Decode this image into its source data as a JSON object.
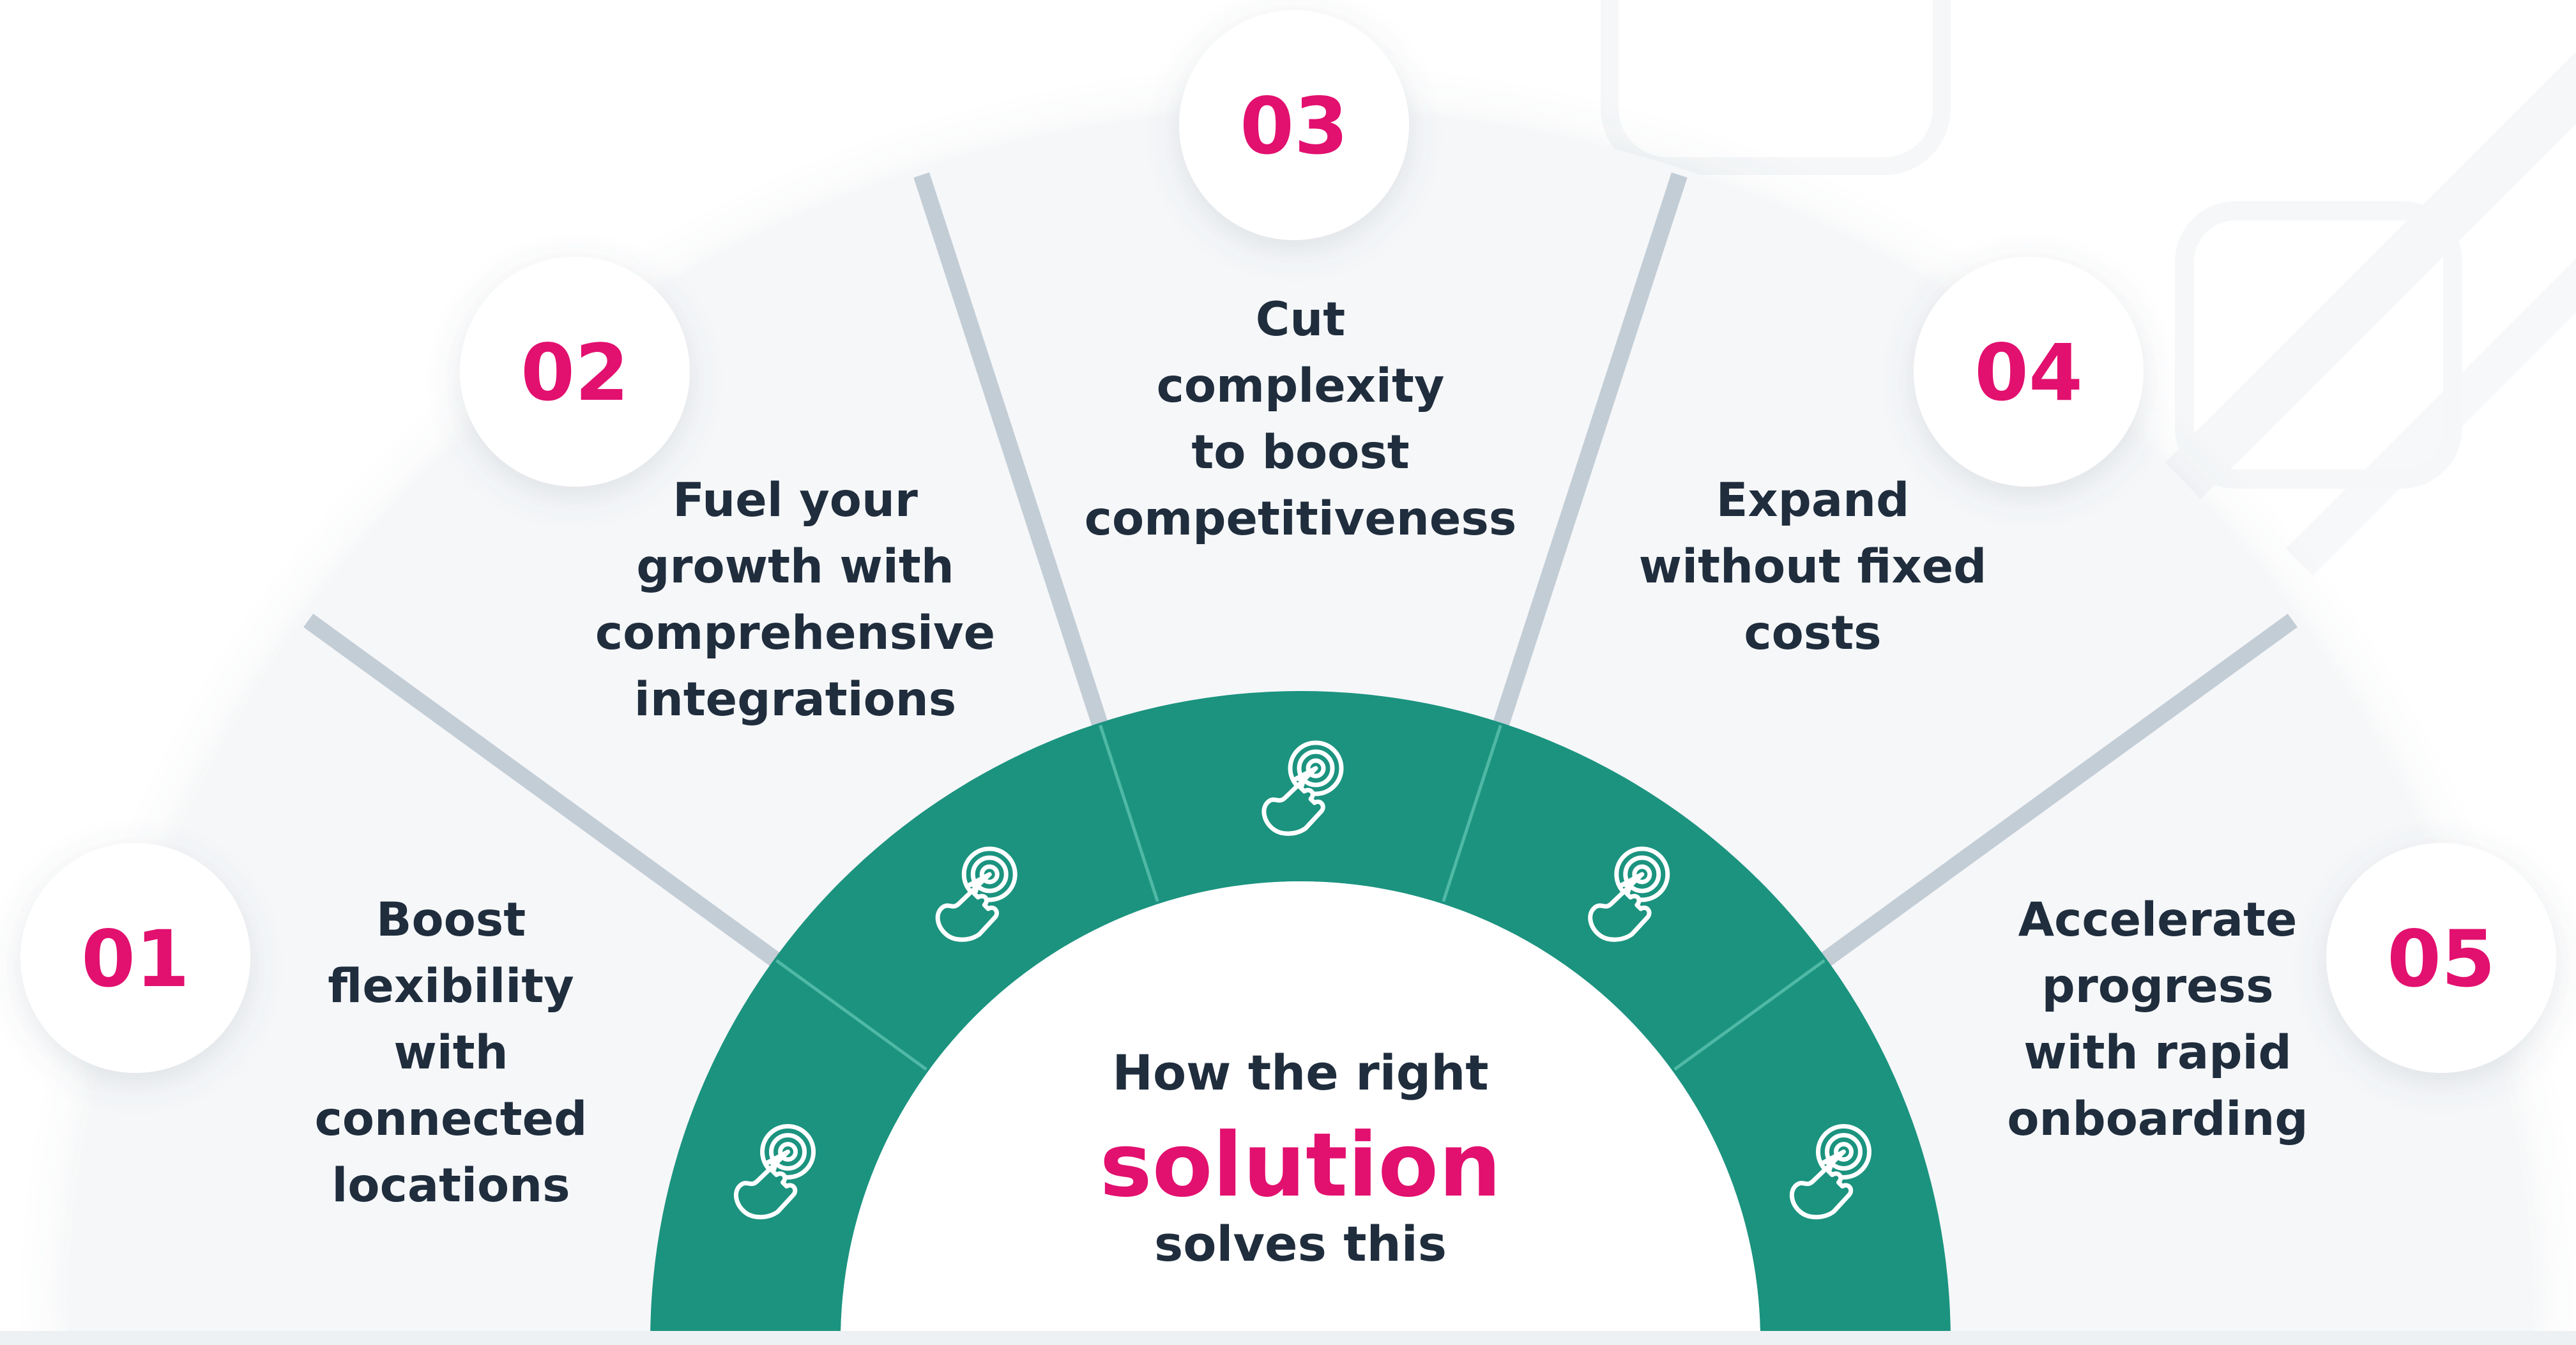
{
  "center": {
    "line1": "How the right",
    "highlight": "solution",
    "line3": "solves this"
  },
  "steps": [
    {
      "number": "01",
      "lines": [
        "Boost",
        "flexibility",
        "with",
        "connected",
        "locations"
      ],
      "icon": "hand-tap-icon"
    },
    {
      "number": "02",
      "lines": [
        "Fuel your",
        "growth with",
        "comprehensive",
        "integrations"
      ],
      "icon": "hand-tap-icon"
    },
    {
      "number": "03",
      "lines": [
        "Cut",
        "complexity",
        "to boost",
        "competitiveness"
      ],
      "icon": "hand-tap-icon"
    },
    {
      "number": "04",
      "lines": [
        "Expand",
        "without fixed",
        "costs"
      ],
      "icon": "hand-tap-icon"
    },
    {
      "number": "05",
      "lines": [
        "Accelerate",
        "progress",
        "with rapid",
        "onboarding"
      ],
      "icon": "hand-tap-icon"
    }
  ],
  "colors": {
    "accent": "#e2106f",
    "ring": "#1b937f",
    "text": "#1f2d3d",
    "divider": "#c3cdd6",
    "panel": "#f6f7f9"
  }
}
